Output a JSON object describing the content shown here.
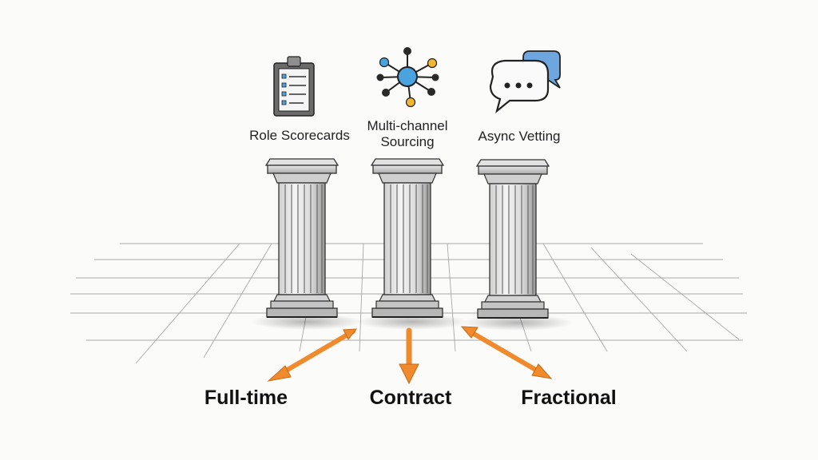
{
  "pillars": [
    {
      "label": "Role Scorecards",
      "icon": "clipboard-checklist-icon"
    },
    {
      "label": "Multi-channel Sourcing",
      "icon": "network-nodes-icon"
    },
    {
      "label": "Async Vetting",
      "icon": "chat-bubbles-icon"
    }
  ],
  "outcomes": [
    {
      "label": "Full-time"
    },
    {
      "label": "Contract"
    },
    {
      "label": "Fractional"
    }
  ],
  "colors": {
    "arrow": "#f08a2c",
    "node_blue": "#4aa3df",
    "node_yellow": "#f2b632",
    "bubble_blue": "#6ea6e0",
    "ink": "#333333"
  }
}
